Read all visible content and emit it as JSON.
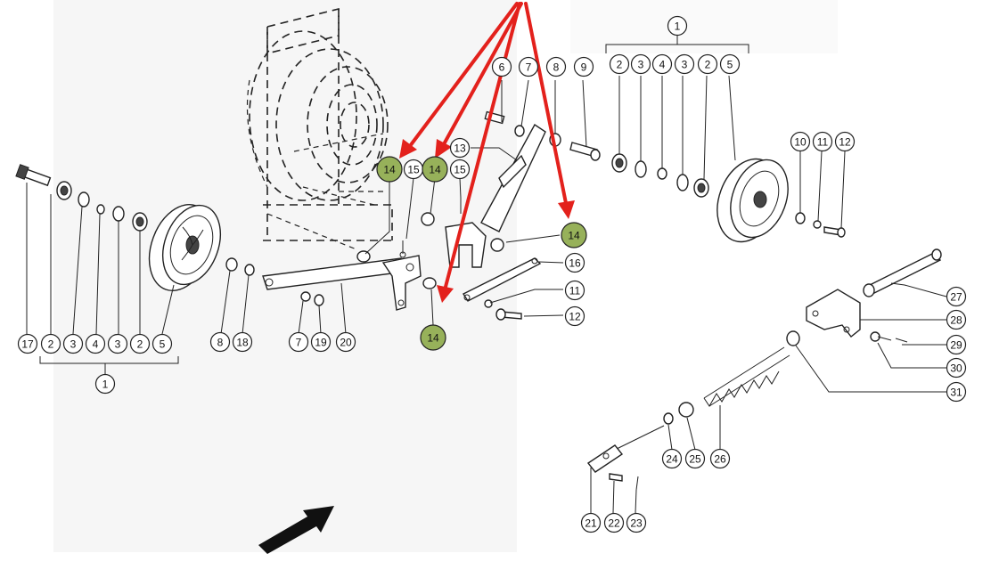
{
  "colors": {
    "highlight": "#97b15a",
    "arrow": "#e3211c",
    "ink": "#222222"
  },
  "callouts": [
    {
      "id": "c-17",
      "label": "17"
    },
    {
      "id": "c-2a",
      "label": "2"
    },
    {
      "id": "c-3a",
      "label": "3"
    },
    {
      "id": "c-4a",
      "label": "4"
    },
    {
      "id": "c-3b",
      "label": "3"
    },
    {
      "id": "c-2b",
      "label": "2"
    },
    {
      "id": "c-5a",
      "label": "5"
    },
    {
      "id": "c-1a",
      "label": "1"
    },
    {
      "id": "c-8a",
      "label": "8"
    },
    {
      "id": "c-18",
      "label": "18"
    },
    {
      "id": "c-7a",
      "label": "7"
    },
    {
      "id": "c-19",
      "label": "19"
    },
    {
      "id": "c-20",
      "label": "20"
    },
    {
      "id": "c-14a",
      "label": "14",
      "highlight": true
    },
    {
      "id": "c-15a",
      "label": "15"
    },
    {
      "id": "c-14b",
      "label": "14",
      "highlight": true
    },
    {
      "id": "c-15b",
      "label": "15"
    },
    {
      "id": "c-13",
      "label": "13"
    },
    {
      "id": "c-14c",
      "label": "14",
      "highlight": true
    },
    {
      "id": "c-14d",
      "label": "14",
      "highlight": true
    },
    {
      "id": "c-16",
      "label": "16"
    },
    {
      "id": "c-11a",
      "label": "11"
    },
    {
      "id": "c-12a",
      "label": "12"
    },
    {
      "id": "c-6",
      "label": "6"
    },
    {
      "id": "c-7b",
      "label": "7"
    },
    {
      "id": "c-8b",
      "label": "8"
    },
    {
      "id": "c-9",
      "label": "9"
    },
    {
      "id": "c-1b",
      "label": "1"
    },
    {
      "id": "c-2c",
      "label": "2"
    },
    {
      "id": "c-3c",
      "label": "3"
    },
    {
      "id": "c-4b",
      "label": "4"
    },
    {
      "id": "c-3d",
      "label": "3"
    },
    {
      "id": "c-2d",
      "label": "2"
    },
    {
      "id": "c-5b",
      "label": "5"
    },
    {
      "id": "c-10",
      "label": "10"
    },
    {
      "id": "c-11b",
      "label": "11"
    },
    {
      "id": "c-12b",
      "label": "12"
    },
    {
      "id": "c-27",
      "label": "27"
    },
    {
      "id": "c-28",
      "label": "28"
    },
    {
      "id": "c-29",
      "label": "29"
    },
    {
      "id": "c-30",
      "label": "30"
    },
    {
      "id": "c-31",
      "label": "31"
    },
    {
      "id": "c-24",
      "label": "24"
    },
    {
      "id": "c-25",
      "label": "25"
    },
    {
      "id": "c-26",
      "label": "26"
    },
    {
      "id": "c-21",
      "label": "21"
    },
    {
      "id": "c-22",
      "label": "22"
    },
    {
      "id": "c-23",
      "label": "23"
    }
  ]
}
